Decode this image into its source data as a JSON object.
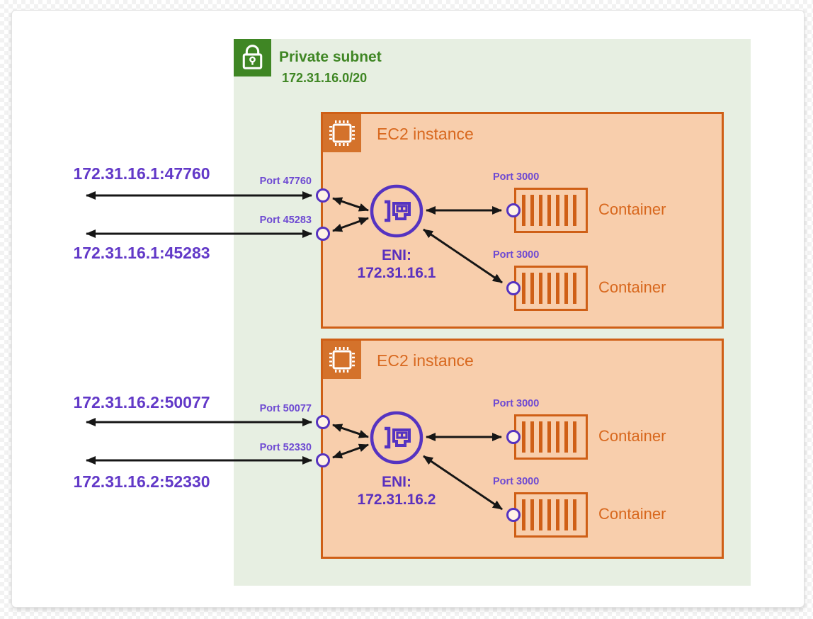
{
  "subnet": {
    "label": "Private subnet",
    "cidr": "172.31.16.0/20"
  },
  "instances": [
    {
      "title": "EC2 instance",
      "eni_label": "ENI:",
      "eni_ip": "172.31.16.1",
      "external_endpoints": [
        "172.31.16.1:47760",
        "172.31.16.1:45283"
      ],
      "host_ports": [
        "Port 47760",
        "Port 45283"
      ],
      "containers": [
        {
          "port": "Port 3000",
          "label": "Container"
        },
        {
          "port": "Port 3000",
          "label": "Container"
        }
      ]
    },
    {
      "title": "EC2 instance",
      "eni_label": "ENI:",
      "eni_ip": "172.31.16.2",
      "external_endpoints": [
        "172.31.16.2:50077",
        "172.31.16.2:52330"
      ],
      "host_ports": [
        "Port 50077",
        "Port 52330"
      ],
      "containers": [
        {
          "port": "Port 3000",
          "label": "Container"
        },
        {
          "port": "Port 3000",
          "label": "Container"
        }
      ]
    }
  ],
  "icons": {
    "lock": "lock-icon",
    "ec2": "ec2-chip-icon",
    "eni": "network-interface-icon",
    "container": "container-stripes-icon"
  },
  "colors": {
    "green": "#3f8624",
    "subnet_fill": "#e7efe2",
    "orange_border": "#cf5f16",
    "orange_fill": "#f8ceac",
    "orange_text": "#d8681e",
    "purple_stroke": "#5533c1",
    "purple_text": "#6239c8",
    "arrow_black": "#161616"
  }
}
